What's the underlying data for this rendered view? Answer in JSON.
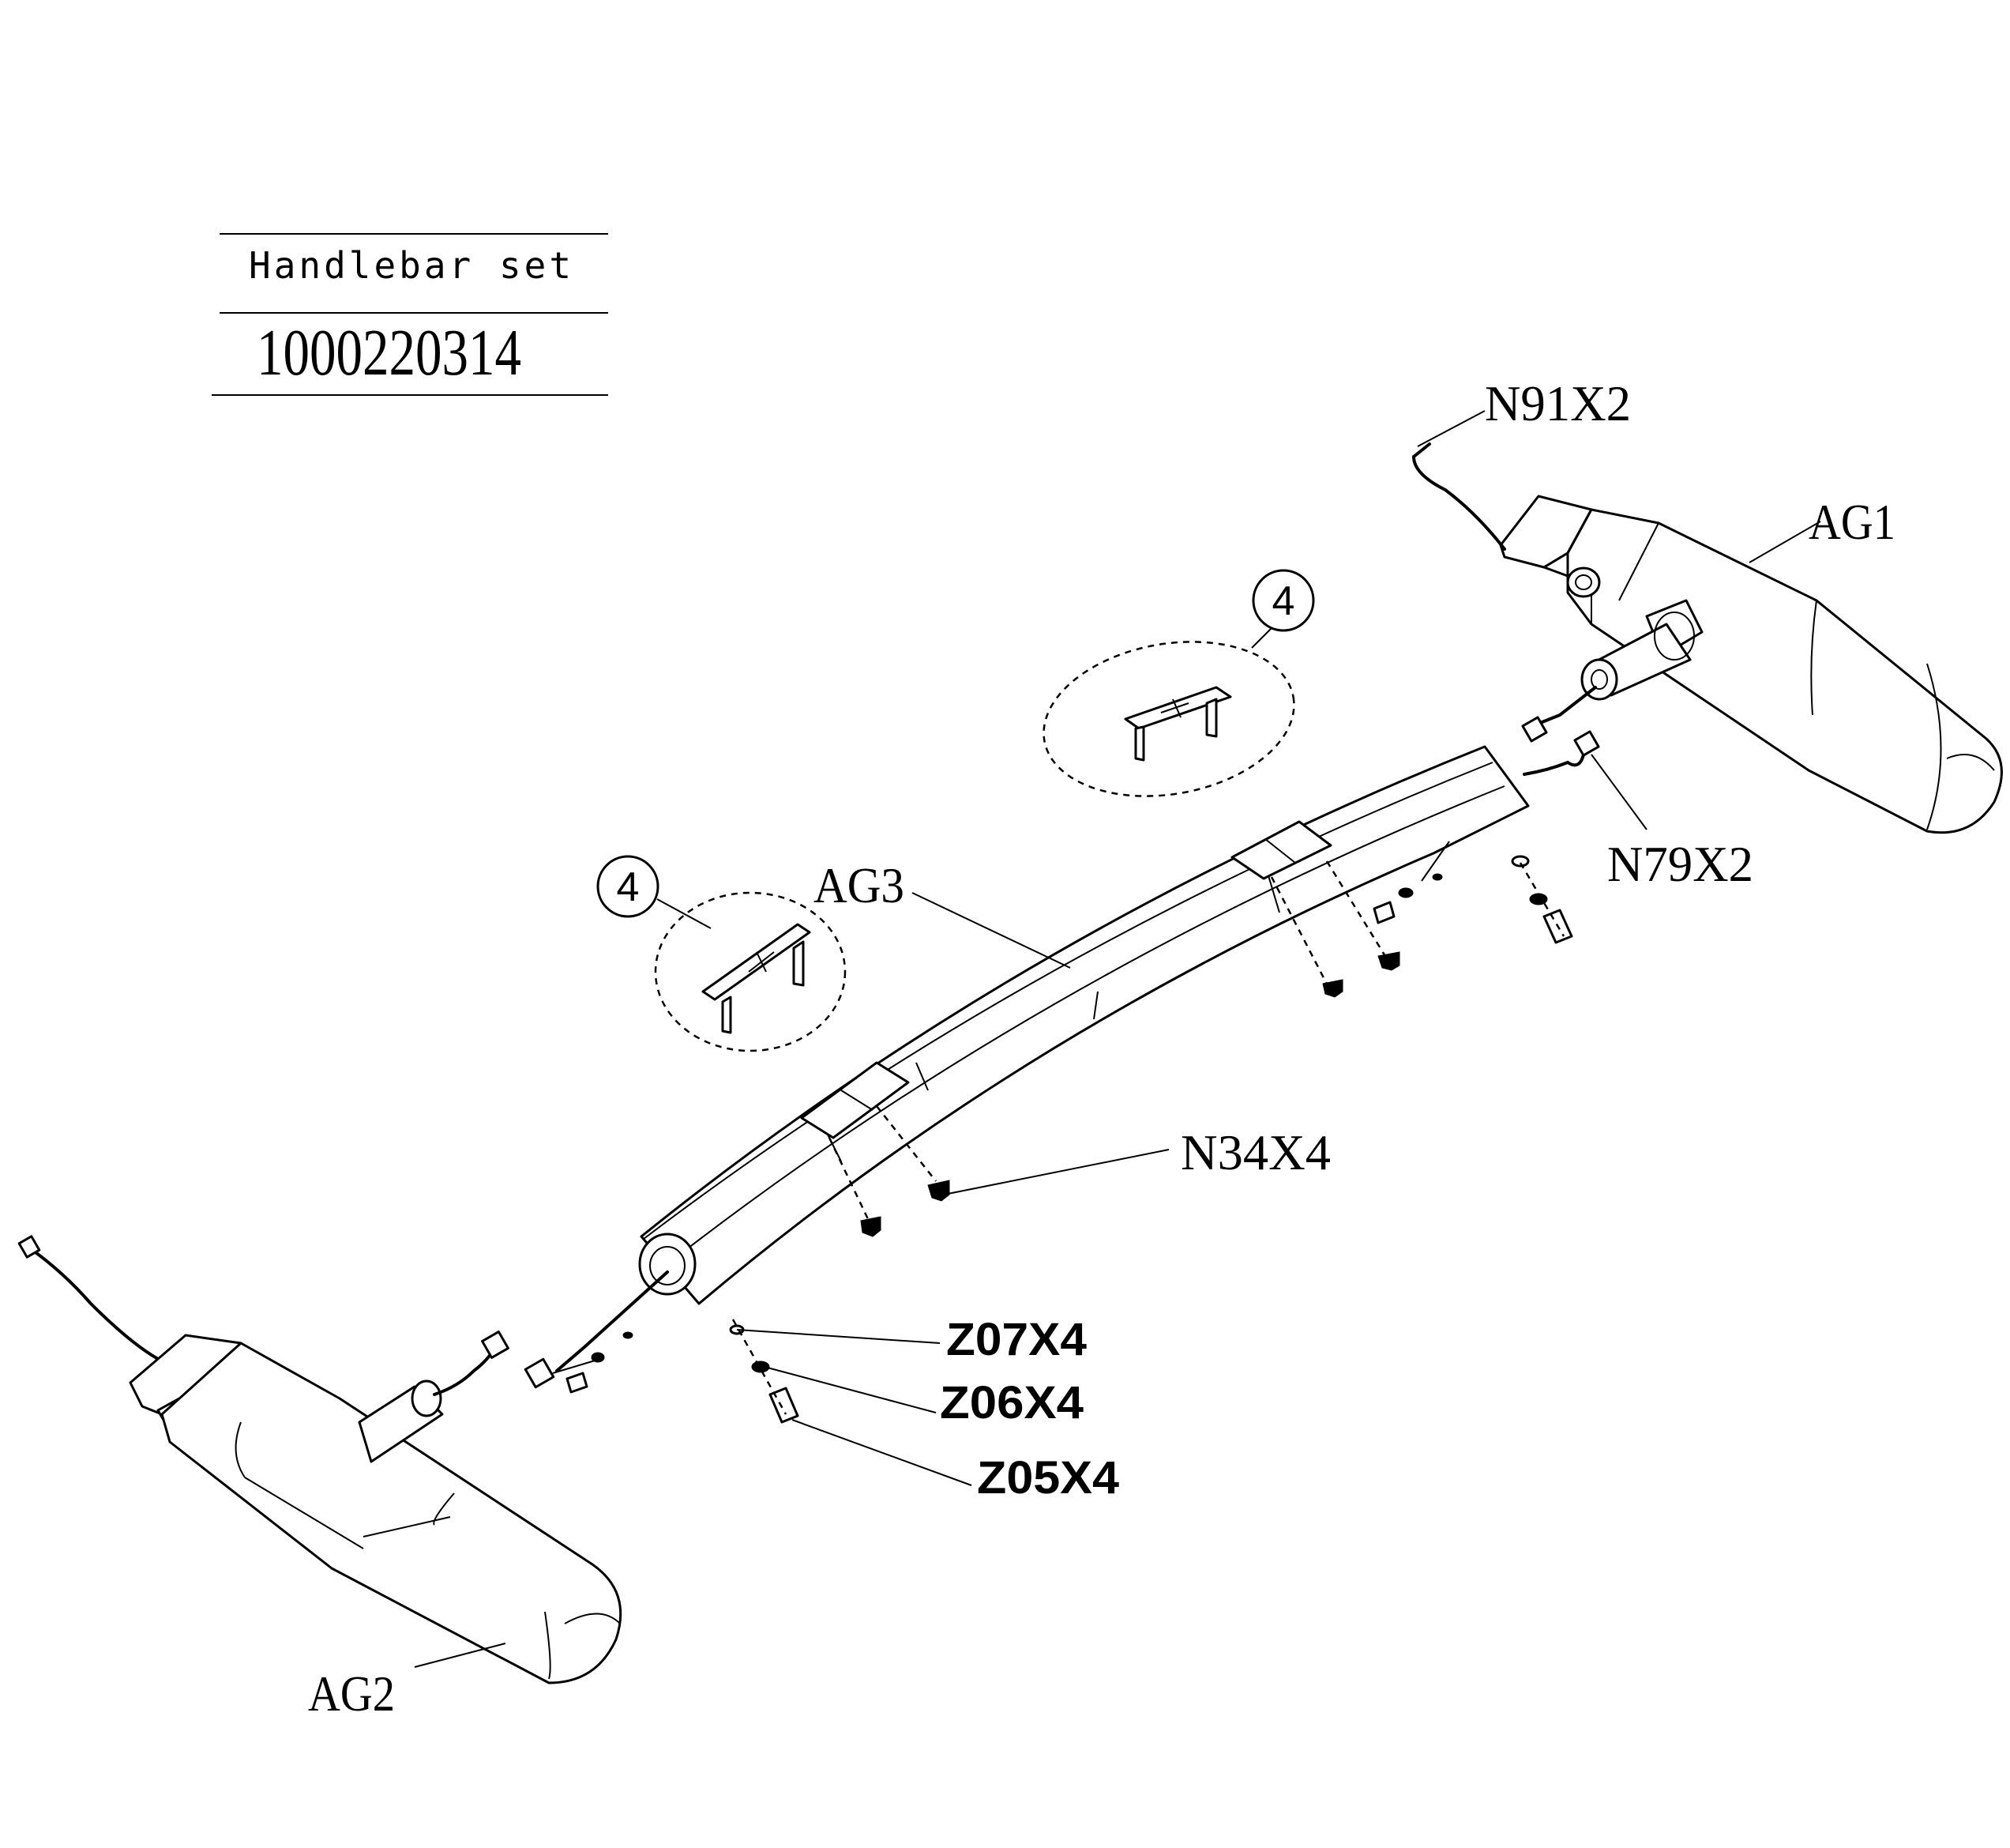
{
  "title_block": {
    "name": "Handlebar set",
    "number": "1000220314"
  },
  "callouts": {
    "n91": "N91X2",
    "ag1": "AG1",
    "ag3": "AG3",
    "n79": "N79X2",
    "n34": "N34X4",
    "z07": "Z07X4",
    "z06": "Z06X4",
    "z05": "Z05X4",
    "ag2": "AG2",
    "cap_upper": "4",
    "cap_lower": "4"
  }
}
